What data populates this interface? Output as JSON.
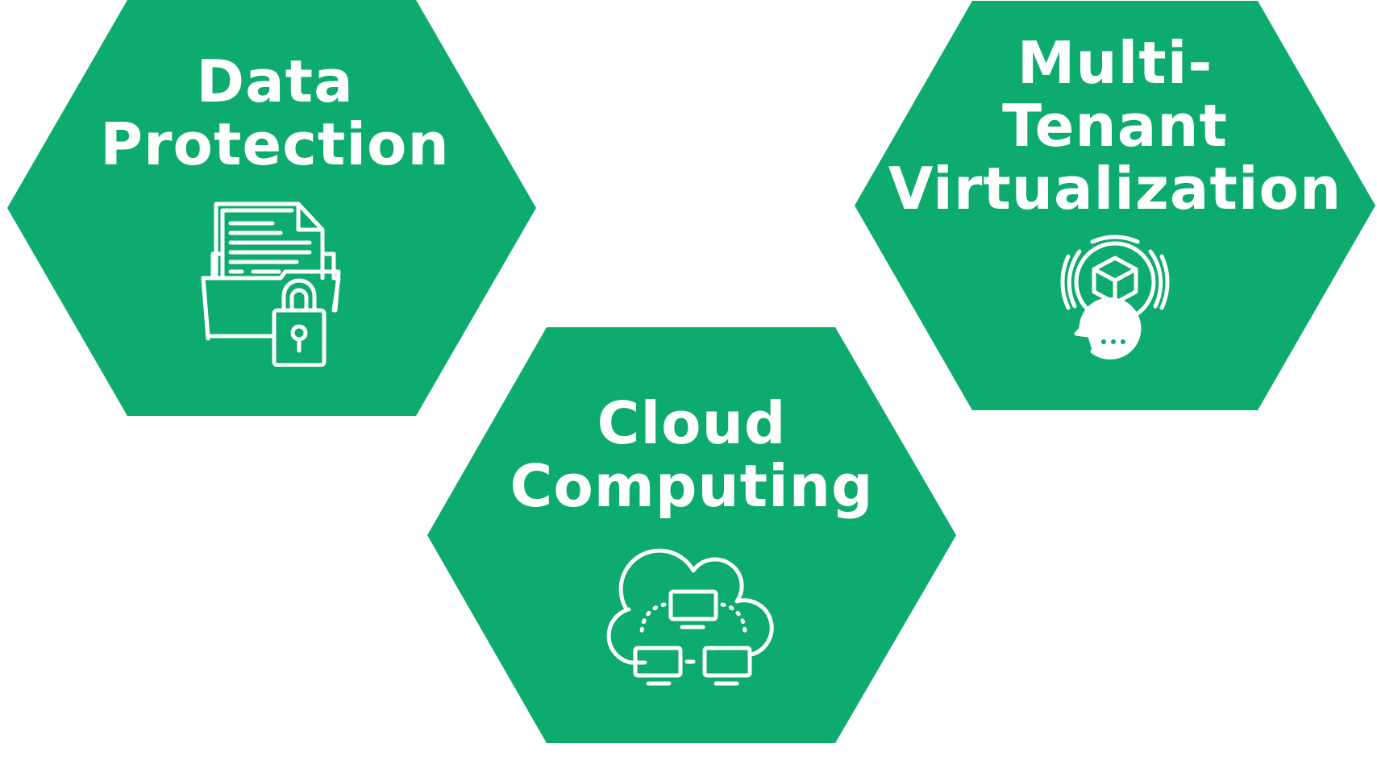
{
  "colors": {
    "hexagon_fill": "#0dab6e",
    "text": "#ffffff",
    "background": "#ffffff"
  },
  "hexagons": [
    {
      "id": "data-protection",
      "title_lines": [
        "Data",
        "Protection"
      ],
      "icon": "folder-document-lock-icon"
    },
    {
      "id": "multi-tenant-virtualization",
      "title_lines": [
        "Multi-",
        "Tenant",
        "Virtualization"
      ],
      "icon": "cube-chat-icon"
    },
    {
      "id": "cloud-computing",
      "title_lines": [
        "Cloud",
        "Computing"
      ],
      "icon": "cloud-network-icon"
    }
  ]
}
